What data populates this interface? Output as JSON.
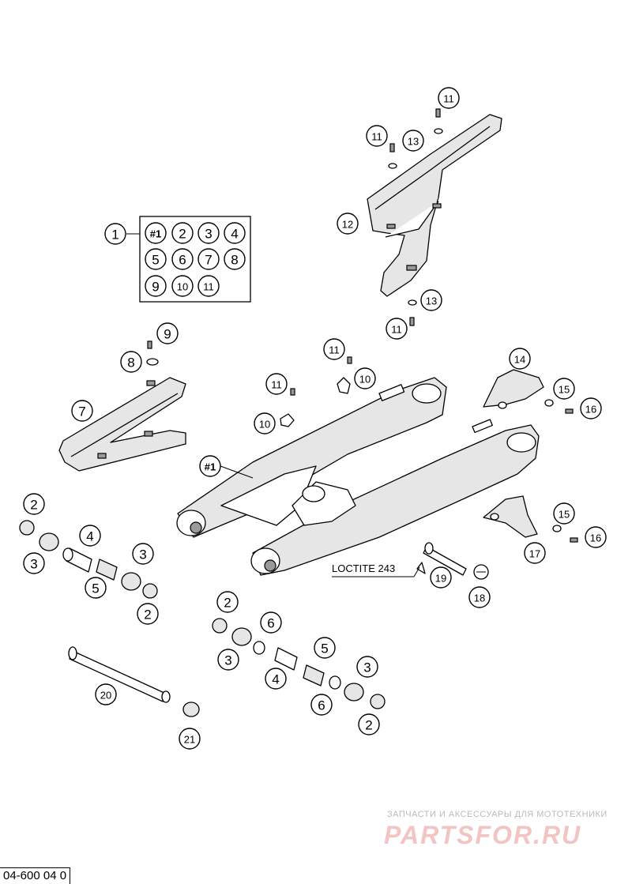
{
  "drawing_number": "04-600 04 0",
  "loctite_label": "LOCTITE 243",
  "watermark": {
    "caption": "ЗАПЧАСТИ И АКСЕССУАРЫ ДЛЯ МОТОТЕХНИКИ",
    "brand": "PARTSFOR.RU"
  },
  "kit": {
    "label": "1",
    "contents": [
      "#1",
      "2",
      "3",
      "4",
      "5",
      "6",
      "7",
      "8",
      "9",
      "10",
      "11"
    ]
  },
  "swingarm_label": "#1",
  "callouts": {
    "c1": "1",
    "c2": "2",
    "c3": "3",
    "c4": "4",
    "c5": "5",
    "c6": "6",
    "c7": "7",
    "c8": "8",
    "c9": "9",
    "c10": "10",
    "c11": "11",
    "c12": "12",
    "c13": "13",
    "c14": "14",
    "c15": "15",
    "c16": "16",
    "c17": "17",
    "c18": "18",
    "c19": "19",
    "c20": "20",
    "c21": "21"
  }
}
